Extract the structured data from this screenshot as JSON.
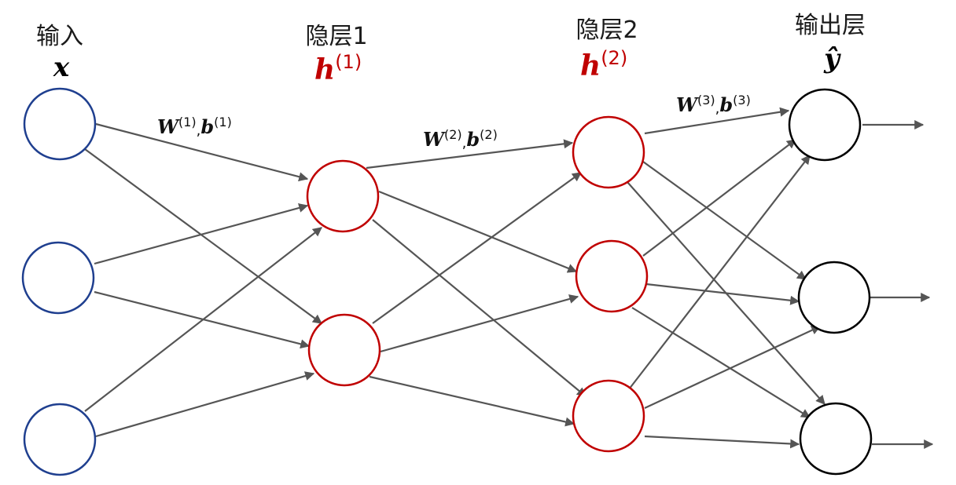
{
  "colors": {
    "input_node": "#1f3f8f",
    "hidden_node": "#c00000",
    "output_node": "#000000",
    "edge": "#555555",
    "label": "#1a1a1a",
    "hidden_symbol": "#c00000"
  },
  "layers": [
    {
      "title": "输入",
      "symbol": "x",
      "superscript": ""
    },
    {
      "title": "隐层1",
      "symbol": "h",
      "superscript": "(1)"
    },
    {
      "title": "隐层2",
      "symbol": "h",
      "superscript": "(2)"
    },
    {
      "title": "输出层",
      "symbol": "ŷ",
      "superscript": ""
    }
  ],
  "weights": [
    {
      "w": "W",
      "w_sup": "(1)",
      "sep": ",",
      "b": "b",
      "b_sup": "(1)"
    },
    {
      "w": "W",
      "w_sup": "(2)",
      "sep": ",",
      "b": "b",
      "b_sup": "(2)"
    },
    {
      "w": "W",
      "w_sup": "(3)",
      "sep": ",",
      "b": "b",
      "b_sup": "(3)"
    }
  ]
}
